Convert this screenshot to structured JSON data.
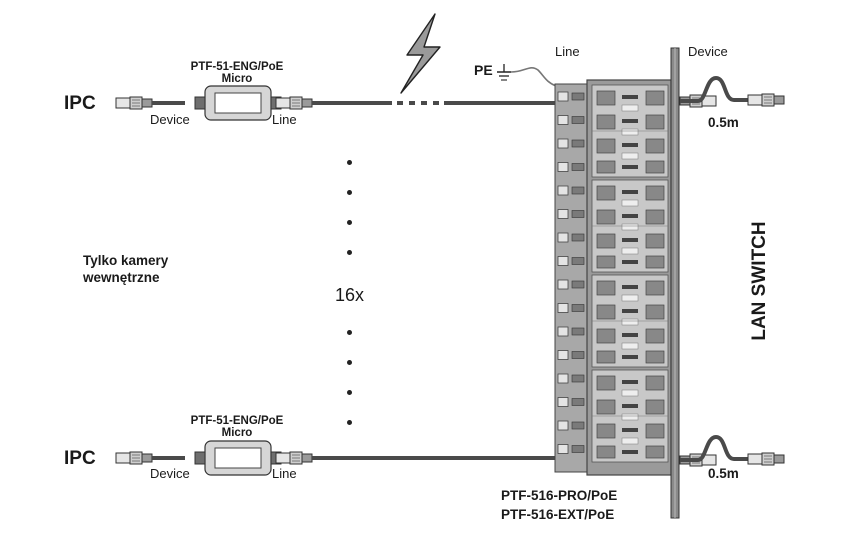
{
  "diagram": {
    "top_ipc_label": "IPC",
    "bottom_ipc_label": "IPC",
    "top_adapter_model": "PTF-51-ENG/PoE",
    "top_adapter_variant": "Micro",
    "bottom_adapter_model": "PTF-51-ENG/PoE",
    "bottom_adapter_variant": "Micro",
    "top_device_label": "Device",
    "top_line_label": "Line",
    "bottom_device_label": "Device",
    "bottom_line_label": "Line",
    "pe_label": "PE",
    "panel_line_label": "Line",
    "panel_device_label": "Device",
    "top_cable_length": "0.5m",
    "bottom_cable_length": "0.5m",
    "indoor_note_line1": "Tylko kamery",
    "indoor_note_line2": "wewnętrzne",
    "multiplier": "16x",
    "switch_label": "LAN SWITCH",
    "panel_model_1": "PTF-516-PRO/PoE",
    "panel_model_2": "PTF-516-EXT/PoE"
  },
  "colors": {
    "cable": "#4a4a4a",
    "panel_fill": "#9a9a9a",
    "panel_dark": "#5a5a5a",
    "adapter_fill": "#d6d6d6",
    "text": "#1a1a1a"
  },
  "icons": [
    "lightning-icon",
    "ground-icon",
    "rj45-connector-icon"
  ]
}
